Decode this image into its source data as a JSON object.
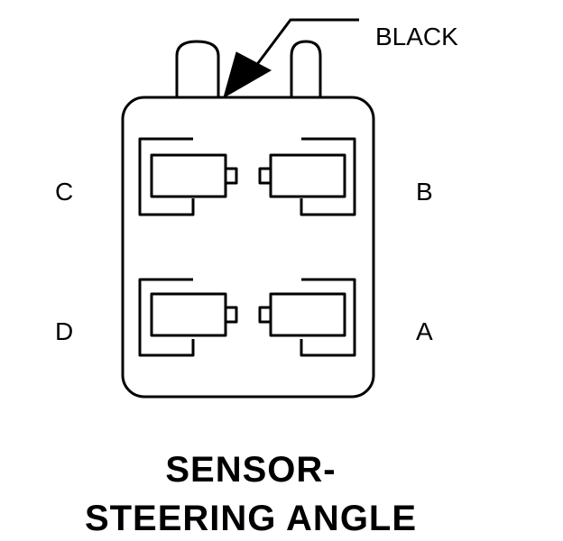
{
  "callout": {
    "label": "BLACK"
  },
  "pins": [
    {
      "id": "c",
      "label": "C"
    },
    {
      "id": "b",
      "label": "B"
    },
    {
      "id": "d",
      "label": "D"
    },
    {
      "id": "a",
      "label": "A"
    }
  ],
  "title": {
    "line1": "SENSOR-",
    "line2": "STEERING ANGLE"
  }
}
